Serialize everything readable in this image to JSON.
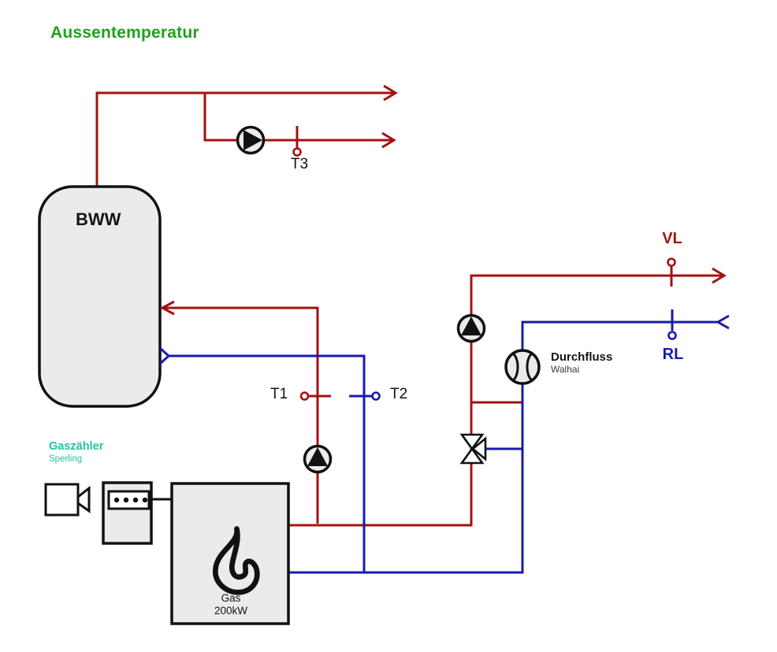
{
  "title": "Aussentemperatur",
  "tank": {
    "label": "BWW"
  },
  "boiler": {
    "fuel": "Gas",
    "power": "200kW"
  },
  "gas_meter": {
    "title": "Gaszähler",
    "subtitle": "Sperling"
  },
  "flow_meter": {
    "title": "Durchfluss",
    "subtitle": "Walhai"
  },
  "sensors": {
    "t1": "T1",
    "t2": "T2",
    "t3": "T3"
  },
  "pipes": {
    "supply_label": "VL",
    "return_label": "RL"
  },
  "colors": {
    "supply": "#a31212",
    "return": "#1a1aad",
    "title_green": "#1fa11f",
    "meter_teal": "#22c3a6",
    "component_fill": "#ebebeb",
    "outline": "#111111"
  },
  "icons": {
    "pump": "circle with solid triangle (flow direction)",
    "three_way_valve": "double triangle bowtie with side triangle",
    "flow_meter": "circle with twin arcs",
    "flame": "outlined flame",
    "gas_meter": "box with 4-digit counter",
    "gas_supply": "box with cone",
    "sensor": "tick with open circle",
    "arrow": "open V arrowhead",
    "open_chevron": "unfilled chevron connector"
  }
}
